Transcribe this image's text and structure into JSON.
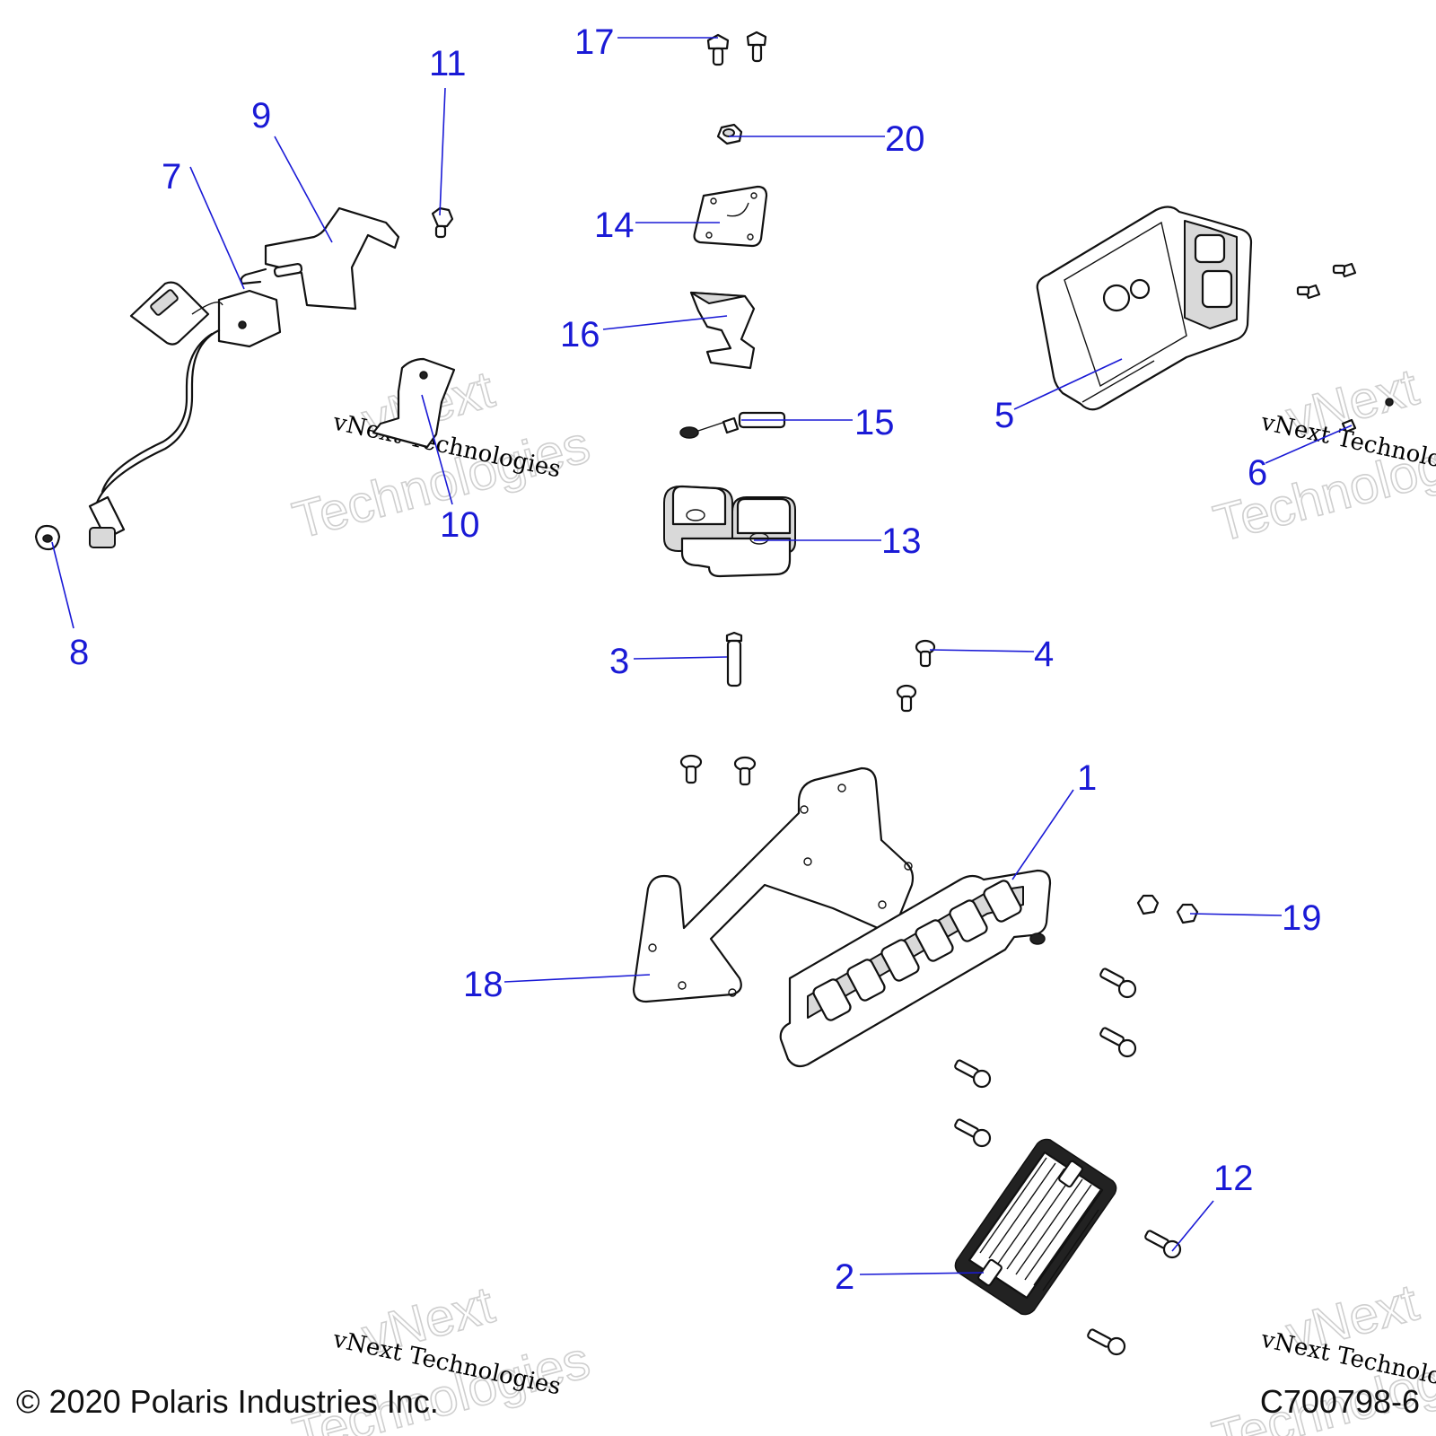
{
  "callouts": {
    "c1": "1",
    "c2": "2",
    "c3": "3",
    "c4": "4",
    "c5": "5",
    "c6": "6",
    "c7": "7",
    "c8": "8",
    "c9": "9",
    "c10": "10",
    "c11": "11",
    "c12": "12",
    "c13": "13",
    "c14": "14",
    "c15": "15",
    "c16": "16",
    "c17": "17",
    "c18": "18",
    "c19": "19",
    "c20": "20"
  },
  "watermark": {
    "small": "vNext Technologies",
    "big_line1": "vNext",
    "big_line2": "Technologies"
  },
  "footer": {
    "copyright": "© 2020 Polaris Industries Inc.",
    "drawing_number": "C700798-6"
  },
  "colors": {
    "callout": "#1a1ad6",
    "line_art": "#111111"
  }
}
